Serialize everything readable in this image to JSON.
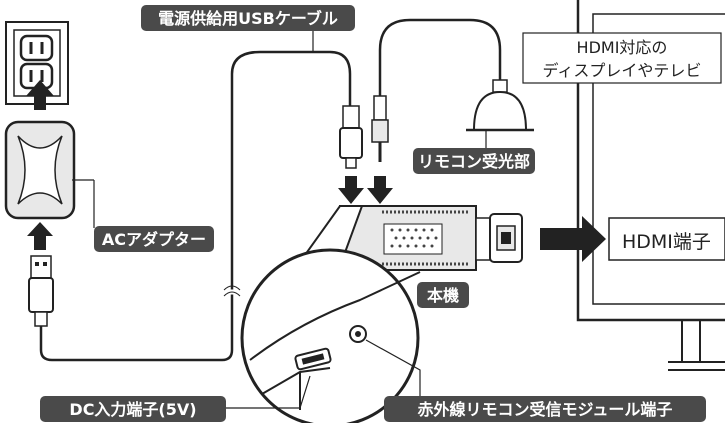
{
  "labels": {
    "usb_cable": "電源供給用USBケーブル",
    "display": [
      "HDMI対応の",
      "ディスプレイやテレビ"
    ],
    "ir_receiver": "リモコン受光部",
    "ac_adapter": "ACアダプター",
    "hdmi_port": "HDMI端子",
    "main_unit": "本機",
    "dc_input": "DC入力端子(5V)",
    "ir_port": "赤外線リモコン受信モジュール端子"
  },
  "colors": {
    "label_bg": "#4a4a4a",
    "line": "#222222",
    "device_fill": "#e8e8e8",
    "arrow": "#222222"
  },
  "icons": [
    "wall-outlet-icon",
    "ac-adapter-icon",
    "usb-plug-icon",
    "hdmi-stick-icon",
    "ir-receiver-icon",
    "display-icon",
    "arrow-icon"
  ]
}
